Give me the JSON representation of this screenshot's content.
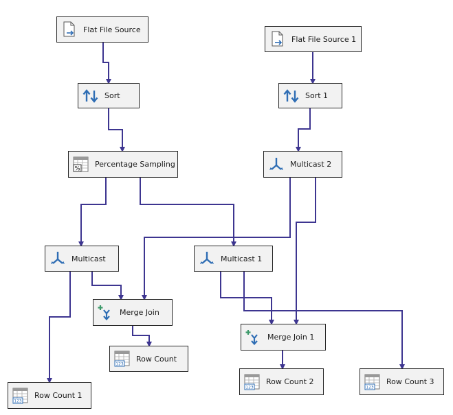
{
  "colors": {
    "wire": "#3d3590",
    "box_fill": "#f2f2f2",
    "box_border": "#262626",
    "icon_blue": "#2e6db4",
    "icon_green": "#3d9a6a"
  },
  "nodes": [
    {
      "id": "flat1",
      "label": "Flat File Source",
      "icon": "flat-file-icon"
    },
    {
      "id": "flat2",
      "label": "Flat File Source 1",
      "icon": "flat-file-icon"
    },
    {
      "id": "sort",
      "label": "Sort",
      "icon": "sort-icon"
    },
    {
      "id": "sort1",
      "label": "Sort 1",
      "icon": "sort-icon"
    },
    {
      "id": "pct",
      "label": "Percentage Sampling",
      "icon": "percentage-sampling-icon"
    },
    {
      "id": "mc2",
      "label": "Multicast 2",
      "icon": "multicast-icon"
    },
    {
      "id": "mc",
      "label": "Multicast",
      "icon": "multicast-icon"
    },
    {
      "id": "mc1",
      "label": "Multicast 1",
      "icon": "multicast-icon"
    },
    {
      "id": "mj",
      "label": "Merge Join",
      "icon": "merge-join-icon"
    },
    {
      "id": "mj1",
      "label": "Merge Join 1",
      "icon": "merge-join-icon"
    },
    {
      "id": "rc",
      "label": "Row Count",
      "icon": "row-count-icon"
    },
    {
      "id": "rc1",
      "label": "Row Count 1",
      "icon": "row-count-icon"
    },
    {
      "id": "rc2",
      "label": "Row Count 2",
      "icon": "row-count-icon"
    },
    {
      "id": "rc3",
      "label": "Row Count 3",
      "icon": "row-count-icon"
    }
  ],
  "connections": [
    {
      "from": "flat1",
      "to": "sort"
    },
    {
      "from": "flat2",
      "to": "sort1"
    },
    {
      "from": "sort",
      "to": "pct"
    },
    {
      "from": "sort1",
      "to": "mc2"
    },
    {
      "from": "pct",
      "to": "mc"
    },
    {
      "from": "pct",
      "to": "mc1"
    },
    {
      "from": "mc2",
      "to": "mj"
    },
    {
      "from": "mc2",
      "to": "mj1"
    },
    {
      "from": "mc",
      "to": "rc1"
    },
    {
      "from": "mc",
      "to": "mj"
    },
    {
      "from": "mc1",
      "to": "mj1"
    },
    {
      "from": "mc1",
      "to": "rc3"
    },
    {
      "from": "mj",
      "to": "rc"
    },
    {
      "from": "mj1",
      "to": "rc2"
    }
  ]
}
